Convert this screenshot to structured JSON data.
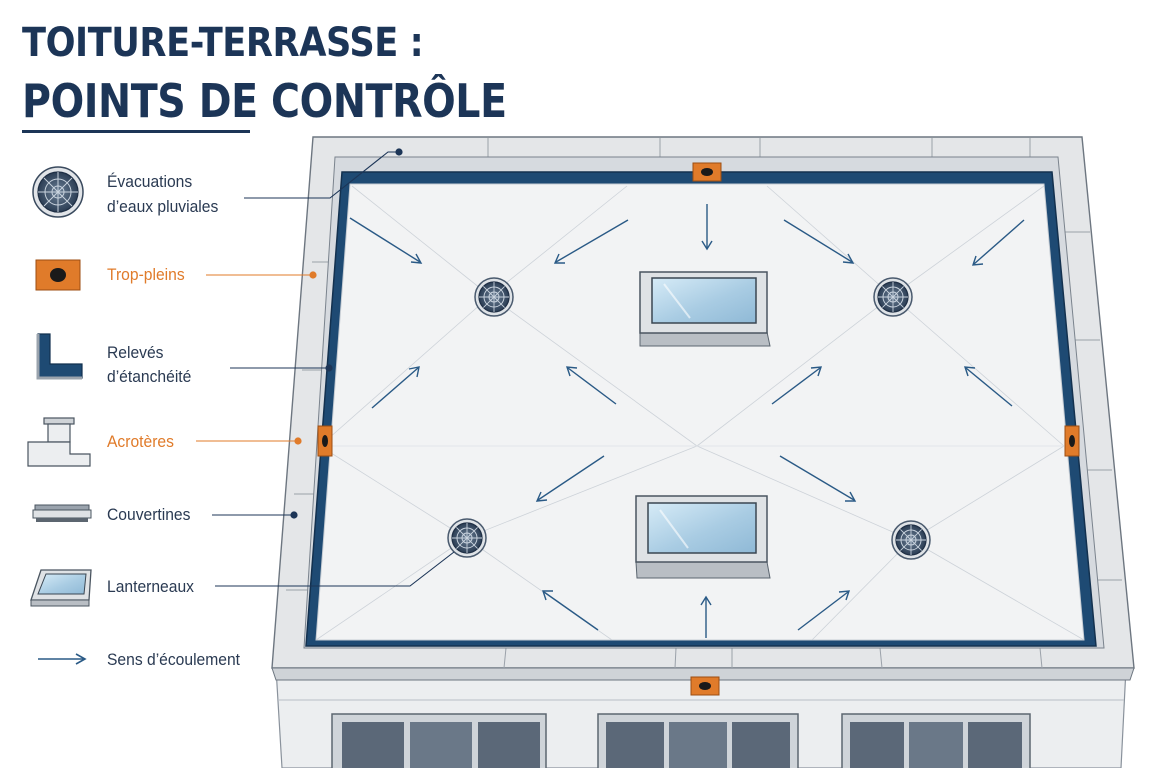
{
  "title": {
    "line1": "TOITURE-TERRASSE :",
    "line2": "POINTS DE CONTRÔLE"
  },
  "colors": {
    "navy": "#1c3557",
    "membrane_blue": "#1e4a73",
    "arrow_blue": "#2a5a86",
    "orange": "#e07b2a",
    "roof_surface": "#f2f3f4",
    "parapet_gray": "#e4e6e8",
    "glass": "#a9cce3"
  },
  "legend": [
    {
      "id": "evacuations",
      "line1": "Évacuations",
      "line2": "d’eaux pluviales",
      "icon": "drain-grate-icon",
      "color": "dark"
    },
    {
      "id": "trop_pleins",
      "line1": "Trop-pleins",
      "line2": "",
      "icon": "overflow-icon",
      "color": "orange"
    },
    {
      "id": "releves",
      "line1": "Relevés",
      "line2": "d’étanchéité",
      "icon": "waterproofing-upstand-icon",
      "color": "dark"
    },
    {
      "id": "acroteres",
      "line1": "Acrotères",
      "line2": "",
      "icon": "parapet-icon",
      "color": "orange"
    },
    {
      "id": "couvertines",
      "line1": "Couvertines",
      "line2": "",
      "icon": "coping-icon",
      "color": "dark"
    },
    {
      "id": "lanterneaux",
      "line1": "Lanterneaux",
      "line2": "",
      "icon": "skylight-icon",
      "color": "dark"
    },
    {
      "id": "sens",
      "line1": "Sens d’écoulement",
      "line2": "",
      "icon": "flow-arrow-icon",
      "color": "dark"
    }
  ]
}
